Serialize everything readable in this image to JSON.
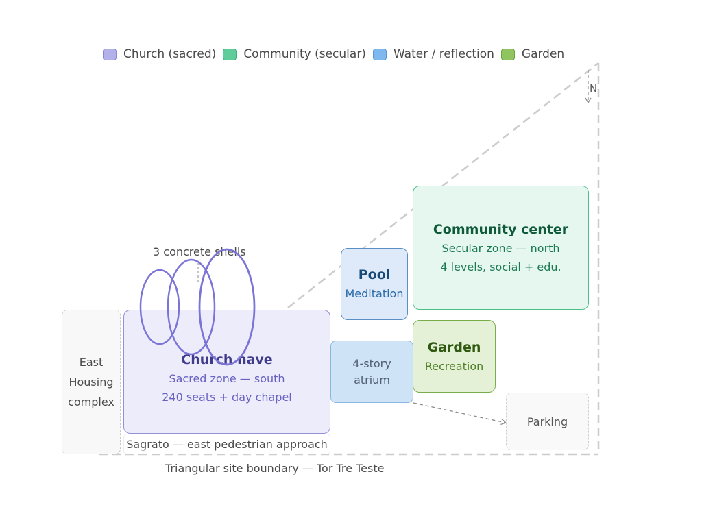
{
  "legend": [
    {
      "label": "Church (sacred)",
      "color": "#b3b1ea",
      "swatch": "sw-church",
      "name": "legend-church"
    },
    {
      "label": "Community (secular)",
      "color": "#5fcc9b",
      "swatch": "sw-community",
      "name": "legend-community"
    },
    {
      "label": "Water / reflection",
      "color": "#7fb8ef",
      "swatch": "sw-water",
      "name": "legend-water"
    },
    {
      "label": "Garden",
      "color": "#8fc460",
      "swatch": "sw-garden",
      "name": "legend-garden"
    }
  ],
  "community": {
    "title": "Community center",
    "line1": "Secular zone — north",
    "line2": "4 levels, social + edu."
  },
  "pool": {
    "title": "Pool",
    "line1": "Meditation"
  },
  "garden": {
    "title": "Garden",
    "line1": "Recreation"
  },
  "atrium": {
    "line1": "4-story",
    "line2": "atrium"
  },
  "nave": {
    "title": "Church nave",
    "line1": "Sacred zone — south",
    "line2": "240 seats + day chapel"
  },
  "housing": {
    "line1": "East",
    "line2": "Housing",
    "line3": "complex"
  },
  "parking": {
    "label": "Parking"
  },
  "sagrato": {
    "label": "Sagrato — east pedestrian approach"
  },
  "shells": {
    "label": "3 concrete shells"
  },
  "site": {
    "label": "Triangular site boundary — Tor Tre Teste"
  },
  "north": {
    "label": "N"
  },
  "colors": {
    "church": "#9390d8",
    "shell_stroke": "#7b74d6",
    "community": "#4fbf8a",
    "water": "#5a8fc6",
    "garden": "#78ad4a",
    "boundary": "#cccccc"
  }
}
